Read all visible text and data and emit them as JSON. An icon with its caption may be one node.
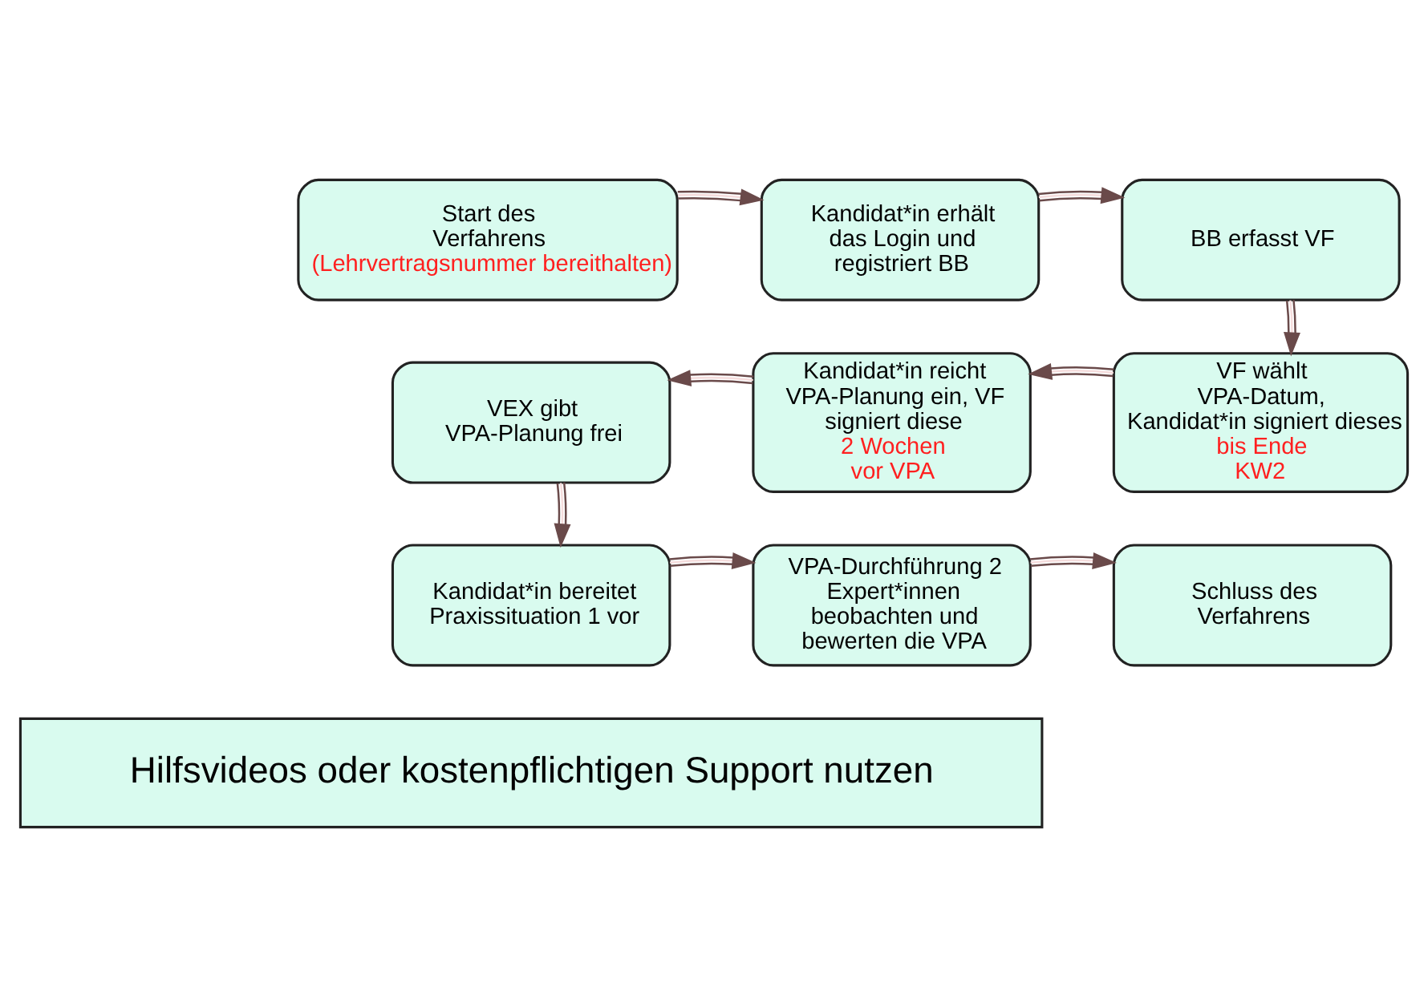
{
  "diagram": {
    "nodes": [
      {
        "text": [
          "Start des Verfahrens",
          "(Lehrvertragsnummer bereithalten)"
        ]
      },
      {
        "text": [
          "Kandidat*in erhält das Login und registriert BB"
        ]
      },
      {
        "text": [
          "BB erfasst VF"
        ]
      },
      {
        "text": [
          "VEX gibt VPA-Planung frei"
        ]
      },
      {
        "text": [
          "Kandidat*in reicht VPA-Planung ein, VF signiert diese",
          "2 Wochen vor VPA"
        ]
      },
      {
        "text": [
          "VF wählt VPA-Datum, Kandidat*in signiert dieses",
          "bis Ende KW2"
        ]
      },
      {
        "text": [
          "Kandidat*in bereitet Praxissituation 1 vor"
        ]
      },
      {
        "text": [
          "VPA-Durchführung 2 Expert*innen beobachten und bewerten die VPA"
        ]
      },
      {
        "text": [
          "Schluss des Verfahrens"
        ]
      },
      {
        "text": [
          "Hilfsvideos oder kostenpflichtigen Support nutzen"
        ]
      }
    ],
    "edges": [
      {
        "from": 0,
        "to": 1,
        "arrow": "to"
      },
      {
        "from": 1,
        "to": 2,
        "arrow": "to"
      },
      {
        "from": 2,
        "to": 5,
        "arrow": "to"
      },
      {
        "from": 5,
        "to": 4,
        "arrow": "to"
      },
      {
        "from": 4,
        "to": 3,
        "arrow": "to"
      },
      {
        "from": 3,
        "to": 6,
        "arrow": "to"
      },
      {
        "from": 6,
        "to": 7,
        "arrow": "to"
      },
      {
        "from": 7,
        "to": 8,
        "arrow": "to"
      }
    ]
  }
}
